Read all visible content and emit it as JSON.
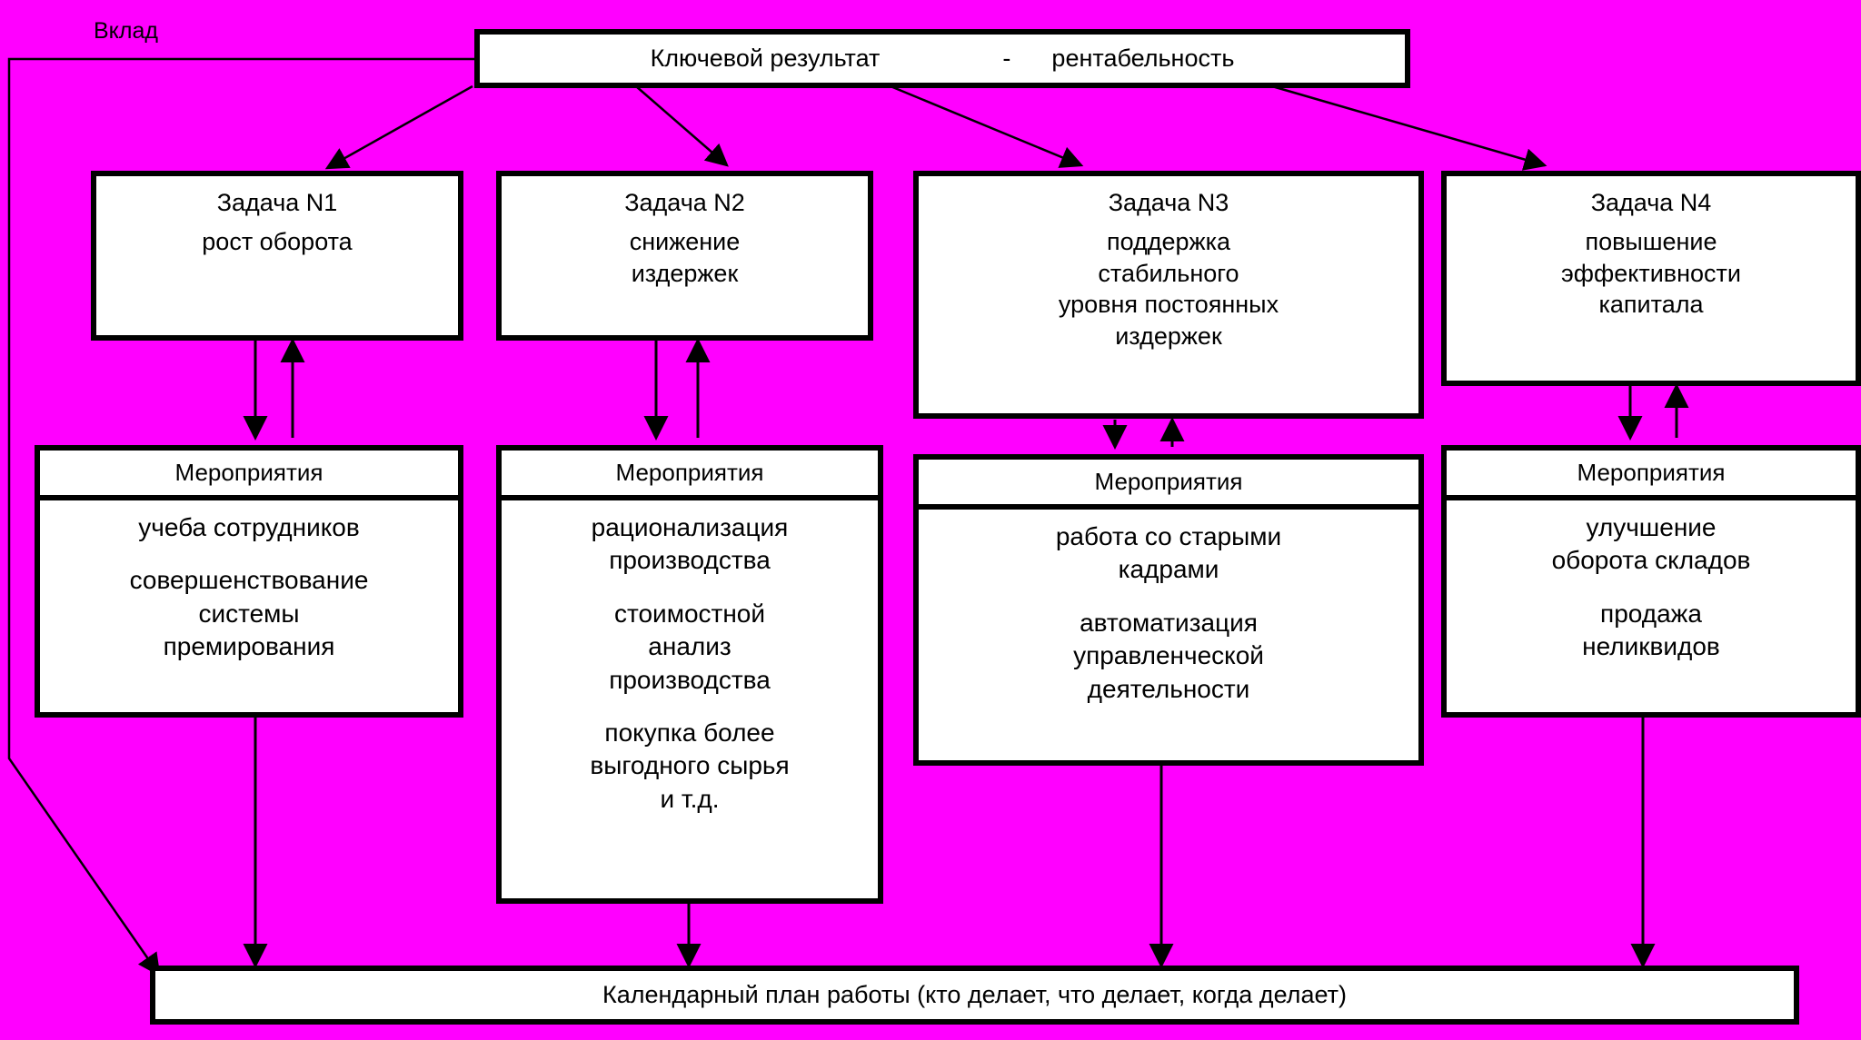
{
  "diagram": {
    "background_color": "#FF00FF",
    "box_fill": "#FFFFFF",
    "line_color": "#000000",
    "contribution_label": "Вклад",
    "key_result": "Ключевой результат                  -      рентабельность",
    "tasks": [
      {
        "title": "Задача N1",
        "body": [
          "рост оборота"
        ]
      },
      {
        "title": "Задача N2",
        "body": [
          "снижение",
          "издержек"
        ]
      },
      {
        "title": "Задача N3",
        "body": [
          "поддержка",
          "стабильного",
          "уровня постоянных",
          "издержек"
        ]
      },
      {
        "title": "Задача N4",
        "body": [
          "повышение",
          "эффективности",
          "капитала"
        ]
      }
    ],
    "measures_header": "Мероприятия",
    "measures": [
      {
        "groups": [
          [
            "учеба сотрудников"
          ],
          [
            "совершенствование",
            "системы",
            "премирования"
          ]
        ]
      },
      {
        "groups": [
          [
            "рационализация",
            "производства"
          ],
          [
            "стоимостной",
            "анализ",
            "производства"
          ],
          [
            "покупка более",
            "выгодного сырья",
            "и т.д."
          ]
        ]
      },
      {
        "groups": [
          [
            "работа со старыми",
            "кадрами"
          ],
          [
            "автоматизация",
            "управленческой",
            "деятельности"
          ]
        ]
      },
      {
        "groups": [
          [
            "улучшение",
            "оборота складов"
          ],
          [
            "продажа",
            "неликвидов"
          ]
        ]
      }
    ],
    "plan": "Календарный план работы (кто делает, что делает, когда делает)"
  }
}
